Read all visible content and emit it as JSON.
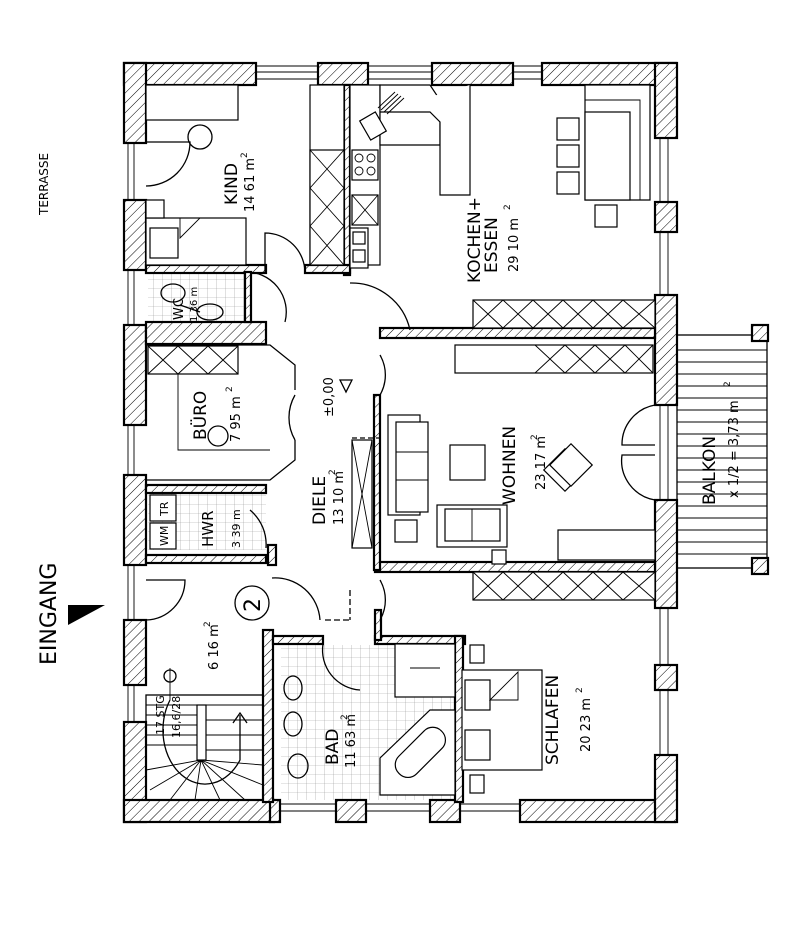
{
  "plan": {
    "outside": {
      "terrace": "TERRASSE",
      "entrance": "EINGANG"
    },
    "level_marker": "±0,00",
    "unit_number": "2",
    "rooms": [
      {
        "id": "kind",
        "name": "KIND",
        "area": "14 61 m",
        "unit_sup": "2"
      },
      {
        "id": "wc",
        "name": "WC",
        "area": "1 36 m",
        "unit_sup": "2"
      },
      {
        "id": "kochen",
        "name": "KOCHEN+",
        "name2": "ESSEN",
        "area": "29 10 m",
        "unit_sup": "2"
      },
      {
        "id": "buro",
        "name": "BÜRO",
        "area": "7 95 m",
        "unit_sup": "2"
      },
      {
        "id": "diele",
        "name": "DIELE",
        "area": "13 10 m",
        "unit_sup": "2"
      },
      {
        "id": "hwr",
        "name": "HWR",
        "area": "3 39 m",
        "unit_sup": "2"
      },
      {
        "id": "wohnen",
        "name": "WOHNEN",
        "area": "23 17 m",
        "unit_sup": "2"
      },
      {
        "id": "balkon",
        "name": "BALKON",
        "area": "x 1/2 = 3,73 m",
        "unit_sup": "2"
      },
      {
        "id": "flur",
        "name": "",
        "area": "6 16 m",
        "unit_sup": "2"
      },
      {
        "id": "bad",
        "name": "BAD",
        "area": "11 63 m",
        "unit_sup": "2"
      },
      {
        "id": "schlafen",
        "name": "SCHLAFEN",
        "area": "20 23 m",
        "unit_sup": "2"
      }
    ],
    "appliances": {
      "washer": "WM",
      "dryer": "TR"
    },
    "stairs": {
      "steps": "17 STG",
      "dimensions": "16,6/28"
    }
  }
}
